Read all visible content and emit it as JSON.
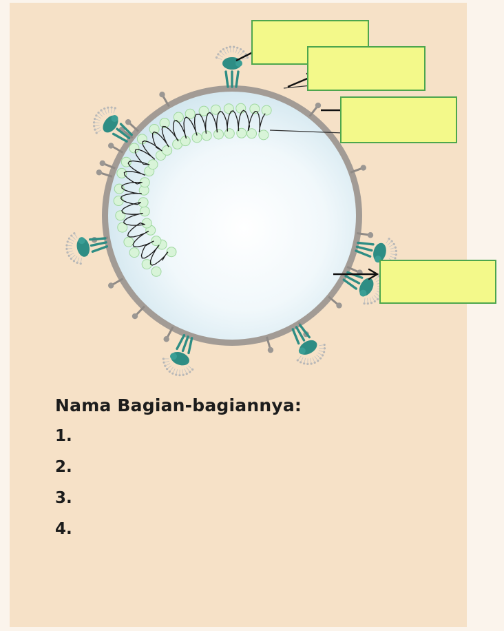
{
  "worksheet": {
    "heading": "Nama Bagian-bagiannya:",
    "items": [
      "1.",
      "2.",
      "3.",
      "4."
    ]
  },
  "diagram": {
    "label_boxes": [
      "",
      "",
      "",
      ""
    ],
    "colors": {
      "background": "#f6e1c7",
      "envelope": "#a29b95",
      "interior": "#e4f1f6",
      "spike": "#2e8d84",
      "capsomer": "#d8f4d8",
      "label_fill": "#f3f98a",
      "label_border": "#4da64d"
    }
  }
}
